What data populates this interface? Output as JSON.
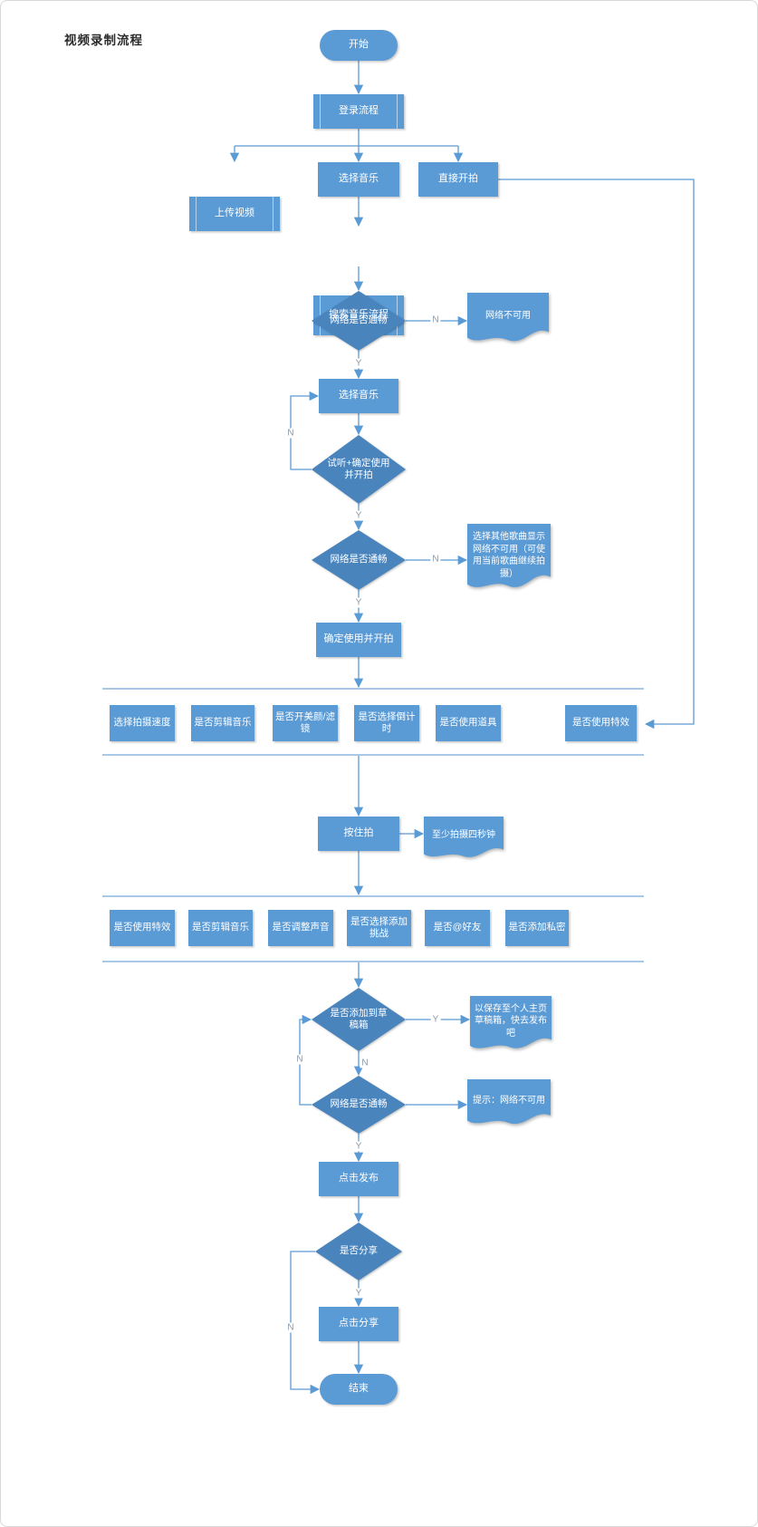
{
  "title": "视频录制流程",
  "colors": {
    "shape_fill": "#5b9bd5",
    "diamond_fill": "#4a84bd",
    "connector": "#5b9bd5",
    "divider": "#a9c7e6",
    "label_text": "#8a9aab",
    "node_text": "#ffffff",
    "title_text": "#2b2b2b"
  },
  "nodes": {
    "start": "开始",
    "login": "登录流程",
    "upload_video": "上传视频",
    "choose_music": "选择音乐",
    "direct_shoot": "直接开拍",
    "search_music_flow": "搜索音乐流程",
    "network_check_1": "网络是否通畅",
    "doc_network_unavailable": "网络不可用",
    "choose_music_2": "选择音乐",
    "audition_confirm": "试听+确定使用\n并开拍",
    "network_check_2": "网络是否通畅",
    "doc_other_song": "选择其他歌曲显示\n网络不可用（可使\n用当前歌曲继续拍\n摄）",
    "confirm_and_shoot": "确定使用并开拍",
    "row1": [
      "选择拍摄速度",
      "是否剪辑音乐",
      "是否开美颜/滤\n镜",
      "是否选择倒计\n时",
      "是否使用道具",
      "是否使用特效"
    ],
    "hold_to_shoot": "按住拍",
    "doc_min_four_seconds": "至少拍摄四秒钟",
    "row2": [
      "是否使用特效",
      "是否剪辑音乐",
      "是否调整声音",
      "是否选择添加\n挑战",
      "是否@好友",
      "是否添加私密"
    ],
    "add_to_draft_check": "是否添加到草\n稿箱",
    "doc_saved_draft": "以保存至个人主页\n草稿箱，快去发布\n吧",
    "network_check_3": "网络是否通畅",
    "doc_network_tip": "提示：网络不可用",
    "click_publish": "点击发布",
    "share_check": "是否分享",
    "click_share": "点击分享",
    "end": "结束"
  },
  "edge_labels": {
    "network1_no": "N",
    "network1_yes": "Y",
    "audition_no": "N",
    "audition_yes": "Y",
    "network2_no": "N",
    "network2_yes": "Y",
    "draft_yes": "Y",
    "draft_no": "N",
    "network3_no": "N",
    "network3_yes": "Y",
    "share_yes": "Y",
    "share_no": "N"
  }
}
